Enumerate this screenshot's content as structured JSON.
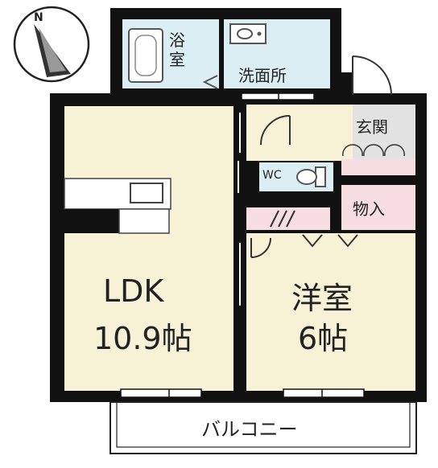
{
  "rooms": {
    "bath": "浴室",
    "washroom": "洗面所",
    "entrance": "玄関",
    "wc": "WC",
    "storage": "物入",
    "ldk_name": "LDK",
    "ldk_size": "10.9帖",
    "western_name": "洋室",
    "western_size": "6帖",
    "balcony": "バルコニー"
  },
  "compass": {
    "north_label": "N"
  },
  "colors": {
    "wall": "#111111",
    "floor": "#f7f1d6",
    "wet_area": "#dbeef3",
    "storage_pink": "#f6dde1",
    "entrance_gray": "#e2e2e2",
    "fixture": "#ffffff"
  }
}
